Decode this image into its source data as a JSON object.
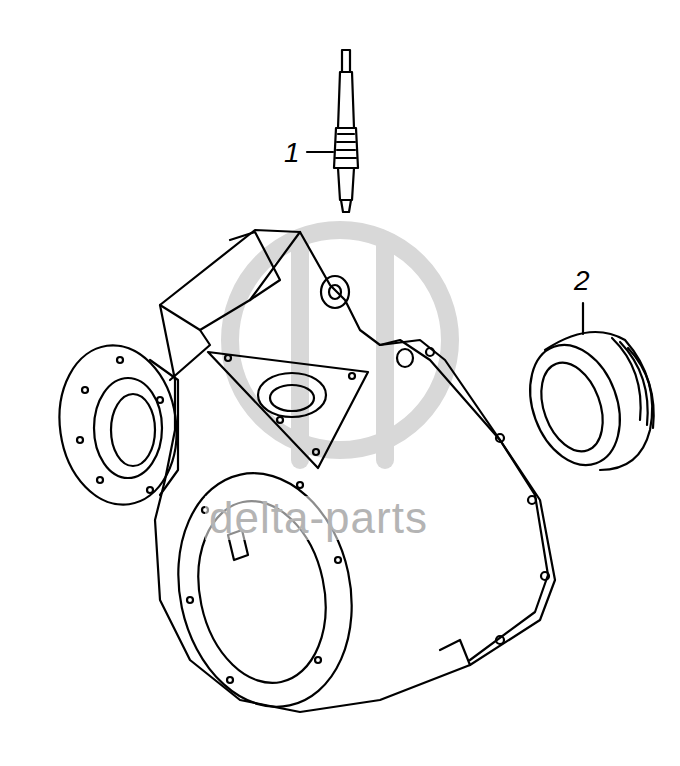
{
  "diagram": {
    "labels": [
      "1",
      "2",
      "delta-parts"
    ]
  }
}
